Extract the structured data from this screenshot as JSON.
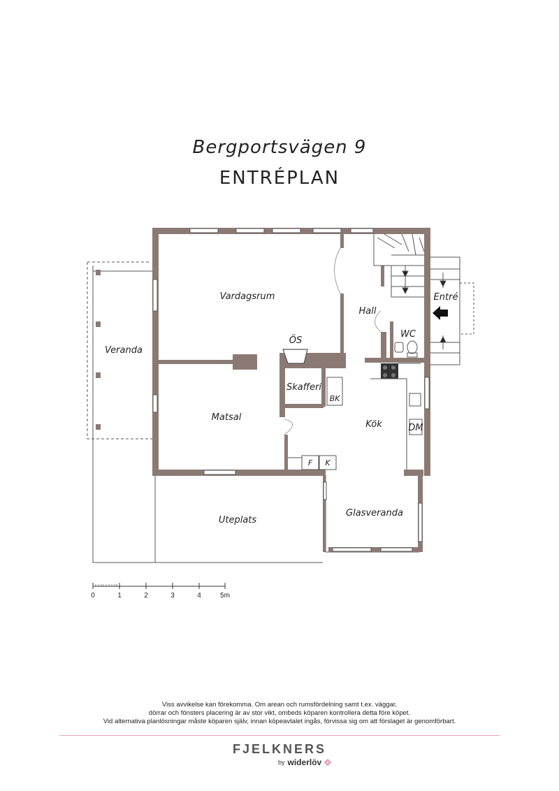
{
  "header": {
    "address": "Bergportsvägen 9",
    "level": "ENTRÉPLAN"
  },
  "rooms": {
    "vardagsrum": "Vardagsrum",
    "hall": "Hall",
    "entre": "Entré",
    "wc": "WC",
    "veranda": "Veranda",
    "os": "ÖS",
    "skafferi": "Skafferi",
    "bk": "BK",
    "matsal": "Matsal",
    "kok": "Kök",
    "dm": "DM",
    "f": "F",
    "k": "K",
    "uteplats": "Uteplats",
    "glasveranda": "Glasveranda"
  },
  "scale": {
    "labels": [
      "0",
      "1",
      "2",
      "3",
      "4",
      "5m"
    ]
  },
  "disclaimer": {
    "line1": "Viss avvikelse kan förekomma. Om arean och rumsfördelning samt t.ex. väggar,",
    "line2": "dörrar och fönsters placering är av stor vikt, ombeds köparen kontrollera detta före köpet.",
    "line3": "Vid alternativa planlösningar måste köparen själv, innan köpeavtalet ingås, förvissa sig om att förslaget är genomförbart."
  },
  "brand": {
    "name": "FJELKNERS",
    "by": "by",
    "partner": "widerlöv"
  },
  "colors": {
    "wall": "#8b7a74",
    "line": "#555555",
    "accent": "#e9a3c1"
  }
}
